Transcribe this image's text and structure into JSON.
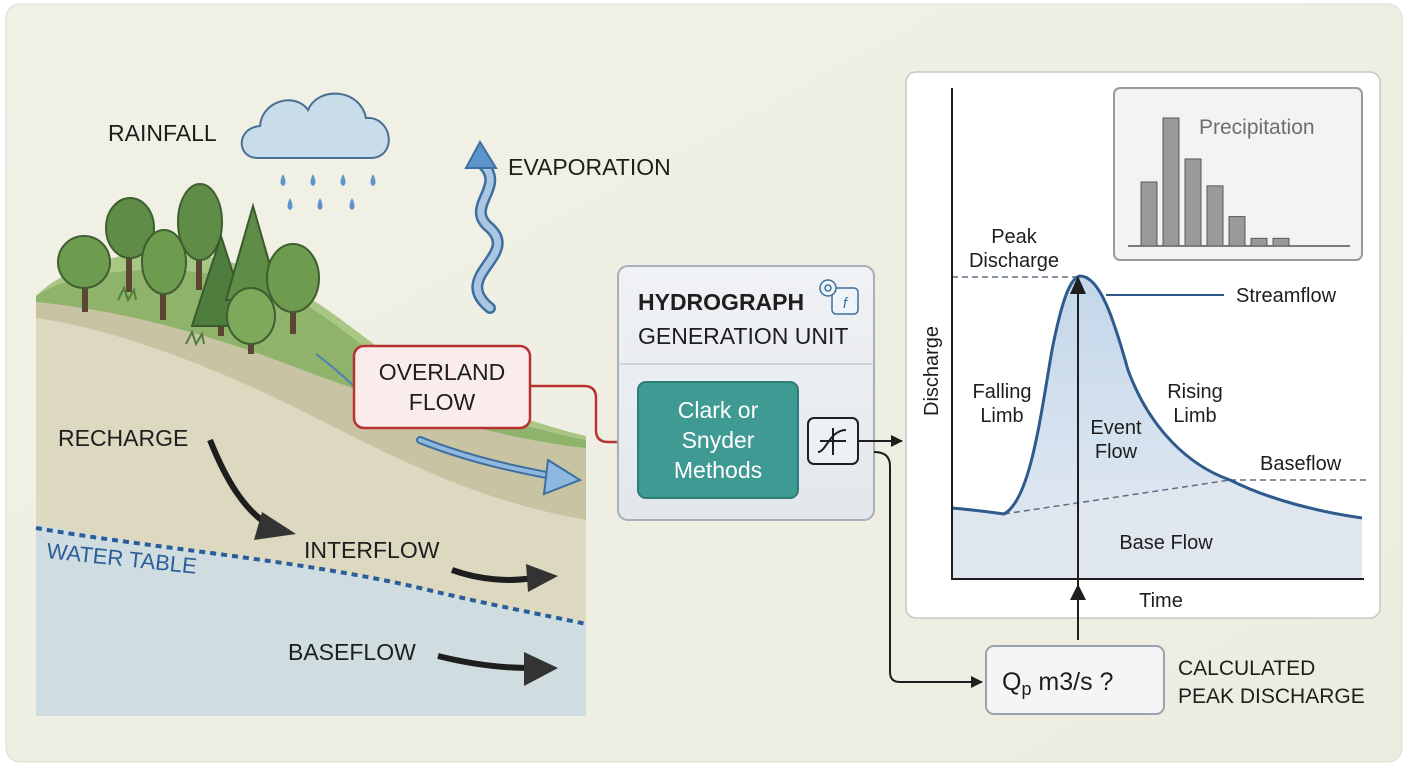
{
  "landscape": {
    "rainfall": "RAINFALL",
    "evaporation": "EVAPORATION",
    "overland_flow": [
      "OVERLAND",
      "FLOW"
    ],
    "recharge": "RECHARGE",
    "interflow": "INTERFLOW",
    "water_table": "WATER TABLE",
    "baseflow": "BASEFLOW"
  },
  "unit": {
    "title_line1": "HYDROGRAPH",
    "title_line2": "GENERATION UNIT",
    "method": [
      "Clark or",
      "Snyder",
      "Methods"
    ]
  },
  "output": {
    "qp_main": "Q",
    "qp_sub": "p",
    "qp_rest": " m3/s ?",
    "caption": [
      "CALCULATED",
      "PEAK DISCHARGE"
    ]
  },
  "hydrograph": {
    "y_axis": "Discharge",
    "x_axis": "Time",
    "peak": [
      "Peak",
      "Discharge"
    ],
    "streamflow": "Streamflow",
    "falling_limb": [
      "Falling",
      "Limb"
    ],
    "event_flow": [
      "Event",
      "Flow"
    ],
    "rising_limb": [
      "Rising",
      "Limb"
    ],
    "baseflow": "Baseflow",
    "base_flow_area": "Base Flow",
    "inset_title": "Precipitation",
    "inset_bars": [
      0.5,
      1.0,
      0.68,
      0.47,
      0.23,
      0.06,
      0.06
    ]
  },
  "colors": {
    "overland_border": "#b83232",
    "method_fill": "#3f9a93",
    "curve": "#2e5a8c",
    "water_table": "#2a5d9a"
  }
}
